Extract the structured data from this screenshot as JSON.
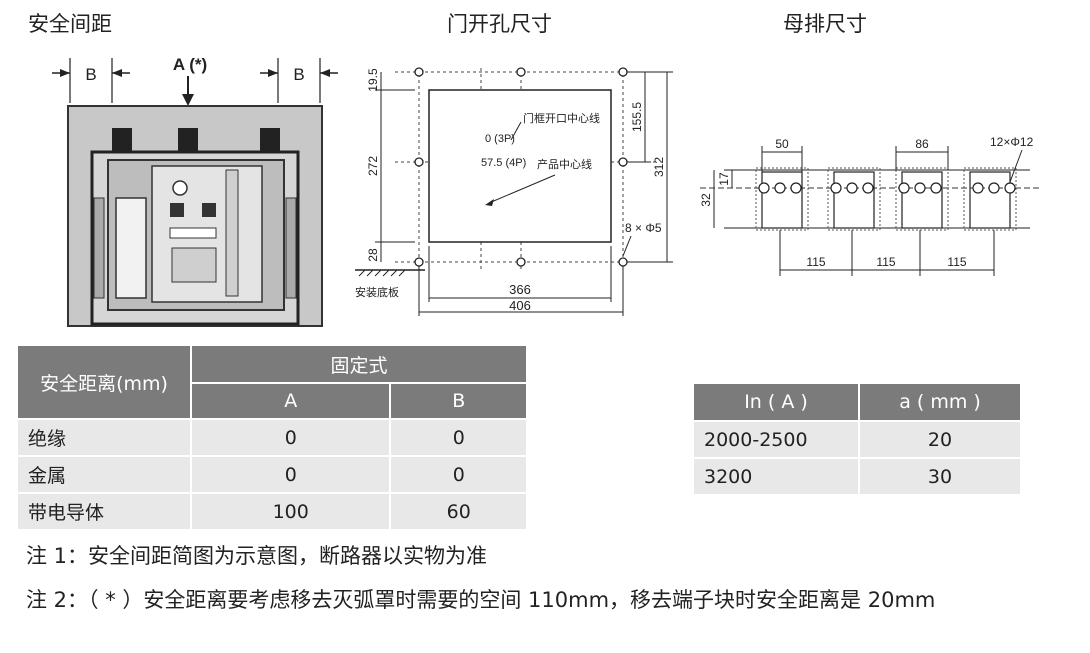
{
  "headings": {
    "safety": "安全间距",
    "door": "门开孔尺寸",
    "busbar": "母排尺寸"
  },
  "safety_diagram": {
    "label_a": "A (*)",
    "label_b": "B"
  },
  "door_diagram": {
    "dim_19_5": "19.5",
    "dim_272": "272",
    "dim_28": "28",
    "dim_155_5": "155.5",
    "dim_312": "312",
    "dim_366": "366",
    "dim_406": "406",
    "label_0_3p": "0 (3P)",
    "label_57_5_4p": "57.5 (4P)",
    "label_door_center": "门框开口中心线",
    "label_product_center": "产品中心线",
    "label_holes": "8 × Φ5",
    "label_base": "安装底板"
  },
  "busbar_diagram": {
    "dim_50": "50",
    "dim_86": "86",
    "dim_holes": "12×Φ12",
    "dim_32": "32",
    "dim_17": "17",
    "dim_115_values": [
      "115",
      "115",
      "115"
    ]
  },
  "table_safety": {
    "corner": "安全距离(mm)",
    "group": "固定式",
    "col_a": "A",
    "col_b": "B",
    "rows": [
      {
        "label": "绝缘",
        "a": "0",
        "b": "0"
      },
      {
        "label": "金属",
        "a": "0",
        "b": "0"
      },
      {
        "label": "带电导体",
        "a": "100",
        "b": "60"
      }
    ]
  },
  "table_current": {
    "col_in": "In ( A )",
    "col_a": "a ( mm )",
    "rows": [
      {
        "in": "2000-2500",
        "a": "20"
      },
      {
        "in": "3200",
        "a": "30"
      }
    ]
  },
  "notes": {
    "note1": "注 1：安全间距简图为示意图，断路器以实物为准",
    "note2": "注 2：（ * ）安全距离要考虑移去灭弧罩时需要的空间 110mm，移去端子块时安全距离是 20mm"
  }
}
